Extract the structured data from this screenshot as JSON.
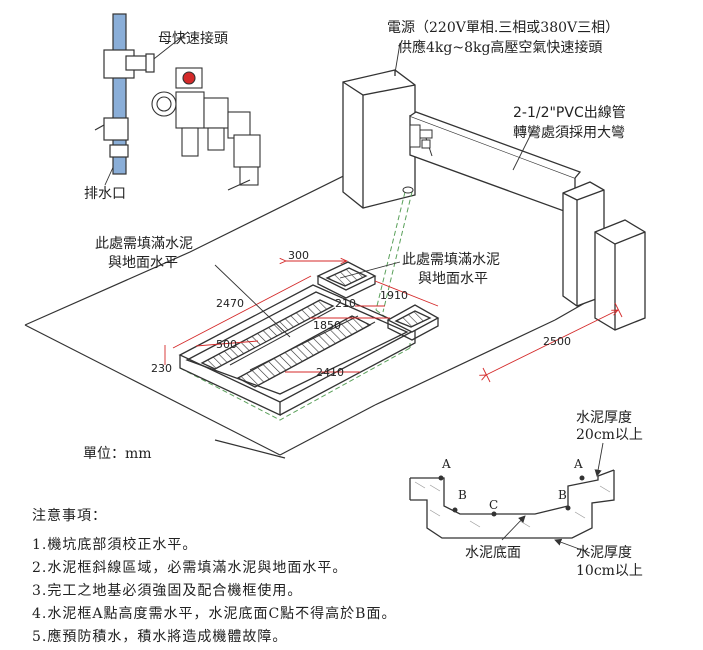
{
  "labels": {
    "female_coupler": "母快速接頭",
    "drain": "排水口",
    "power_line1": "電源（220V單相.三相或380V三相）",
    "power_line2": "供應4kg~8kg高壓空氣快速接頭",
    "pvc_line1": "2-1/2\"PVC出線管",
    "pvc_line2": "轉彎處須採用大彎",
    "fill_left_line1": "此處需填滿水泥",
    "fill_left_line2": "與地面水平",
    "fill_right_line1": "此處需填滿水泥",
    "fill_right_line2": "與地面水平",
    "unit": "單位：mm",
    "thick_top_line1": "水泥厚度",
    "thick_top_line2": "20cm以上",
    "concrete_bottom": "水泥底面",
    "thick_bottom_line1": "水泥厚度",
    "thick_bottom_line2": "10cm以上"
  },
  "dimensions": {
    "d300": "300",
    "d2470": "2470",
    "d210": "210",
    "d1910": "1910",
    "d1850": "1850",
    "d500": "500",
    "d230": "230",
    "d2410": "2410",
    "d2500": "2500"
  },
  "section_points": {
    "a_left": "A",
    "a_right": "A",
    "b_left": "B",
    "b_right": "B",
    "c": "C"
  },
  "notes": {
    "title": "注意事項：",
    "items": [
      "1.機坑底部須校正水平。",
      "2.水泥框斜線區域，必需填滿水泥與地面水平。",
      "3.完工之地基必須強固及配合機框使用。",
      "4.水泥框A點高度需水平，水泥底面C點不得高於B面。",
      "5.應預防積水，積水將造成機體故障。"
    ]
  },
  "colors": {
    "line": "#333333",
    "accent_red": "#d42a2a",
    "pvc_green": "#5aa05a",
    "pipe_blue": "#8aaed8"
  }
}
